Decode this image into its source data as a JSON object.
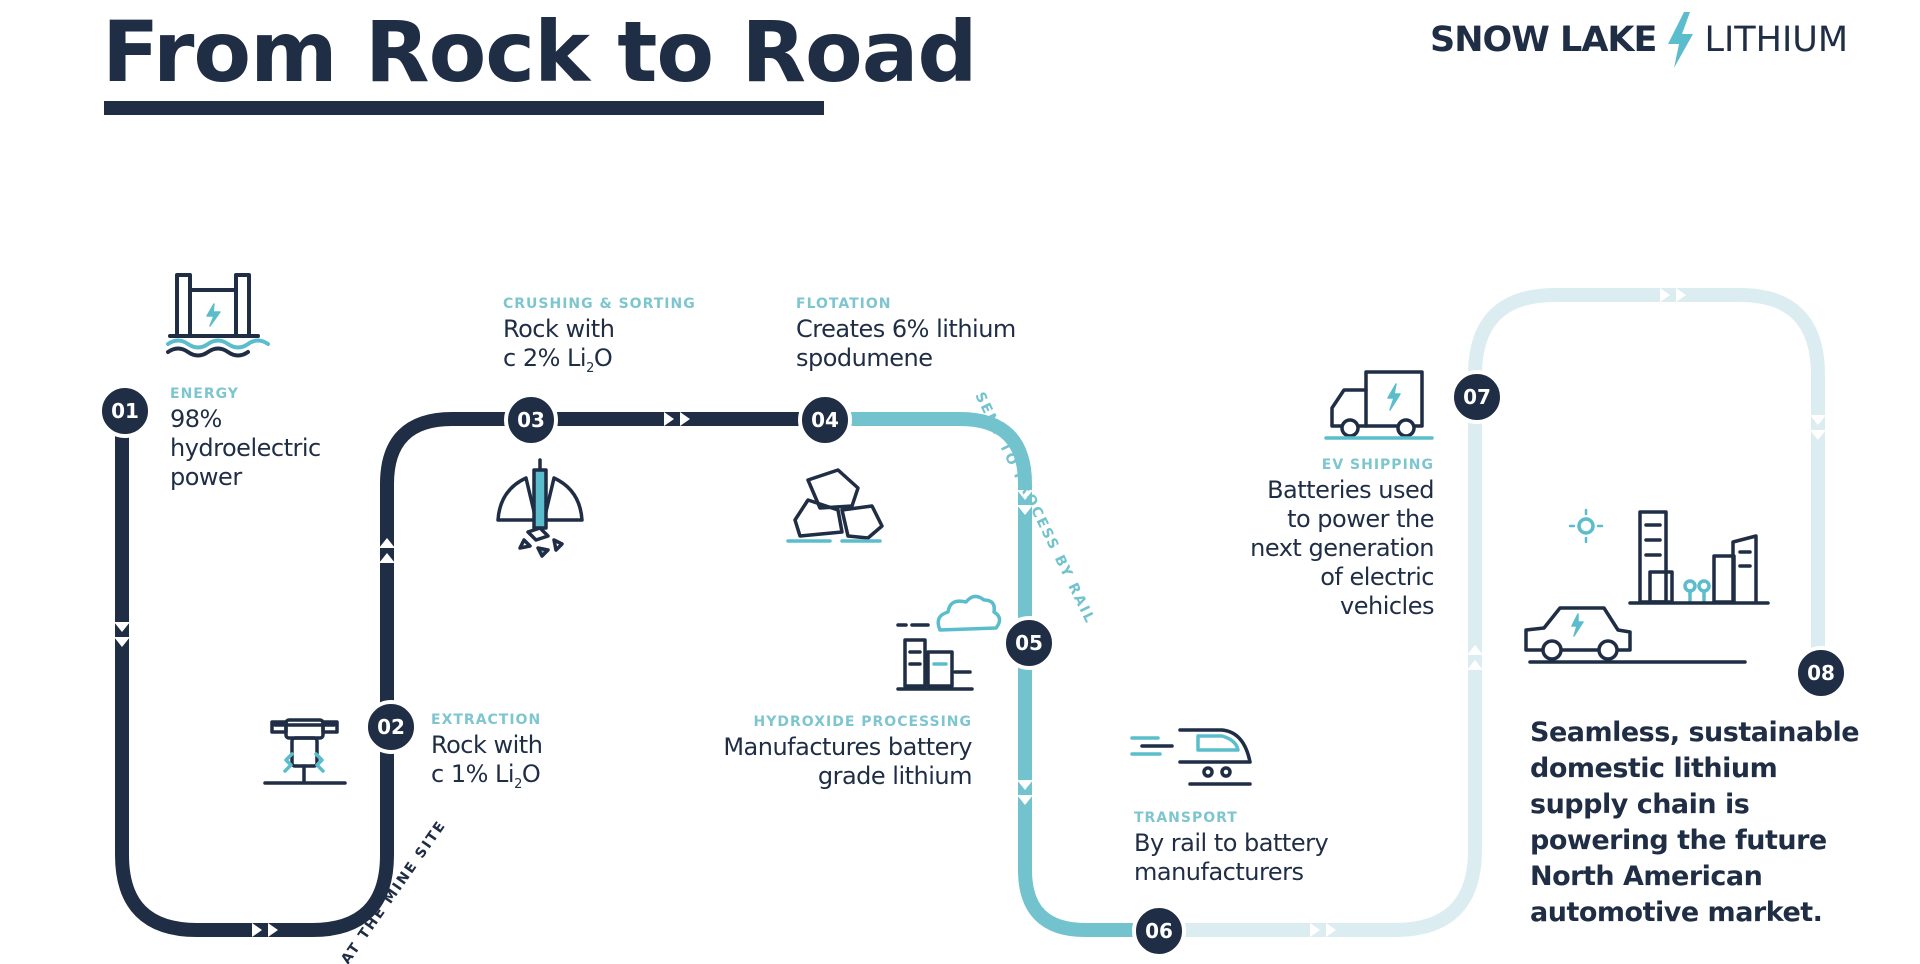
{
  "title": "From Rock to Road",
  "brand": {
    "name": "SNOW LAKE",
    "sub": "LITHIUM",
    "icon": "lightning-bolt-icon",
    "accent": "#5bbdcc"
  },
  "colors": {
    "navy": "#1f2d45",
    "teal": "#72c3cd",
    "pale": "#dcedf1",
    "label": "#7ec6cf"
  },
  "path_notes": {
    "mine_site": "AT THE MINE SITE",
    "rail": "SENT TO PROCESS BY RAIL"
  },
  "steps": [
    {
      "num": "01",
      "label": "ENERGY",
      "text": [
        "98%",
        "hydroelectric",
        "power"
      ],
      "icon": "hydro-dam-icon"
    },
    {
      "num": "02",
      "label": "EXTRACTION",
      "text": [
        "Rock with",
        "c 1%  Li",
        "2",
        "O"
      ],
      "icon": "jackhammer-icon"
    },
    {
      "num": "03",
      "label": "CRUSHING & SORTING",
      "text": [
        "Rock with",
        "c 2% Li",
        "2",
        "O"
      ],
      "icon": "crusher-icon"
    },
    {
      "num": "04",
      "label": "FLOTATION",
      "text": [
        "Creates 6% lithium",
        "spodumene"
      ],
      "icon": "rocks-icon"
    },
    {
      "num": "05",
      "label": "HYDROXIDE PROCESSING",
      "text": [
        "Manufactures battery",
        "grade lithium"
      ],
      "icon": "factory-icon"
    },
    {
      "num": "06",
      "label": "TRANSPORT",
      "text": [
        "By rail to battery",
        "manufacturers"
      ],
      "icon": "train-icon"
    },
    {
      "num": "07",
      "label": "EV SHIPPING",
      "text": [
        "Batteries used",
        "to power the",
        "next generation",
        "of electric",
        "vehicles"
      ],
      "icon": "electric-truck-icon"
    },
    {
      "num": "08",
      "label": "",
      "text": [
        "Seamless, sustainable",
        "domestic lithium",
        "supply chain is",
        "powering the future",
        "North American",
        "automotive market."
      ],
      "icon": "city-car-icon"
    }
  ]
}
